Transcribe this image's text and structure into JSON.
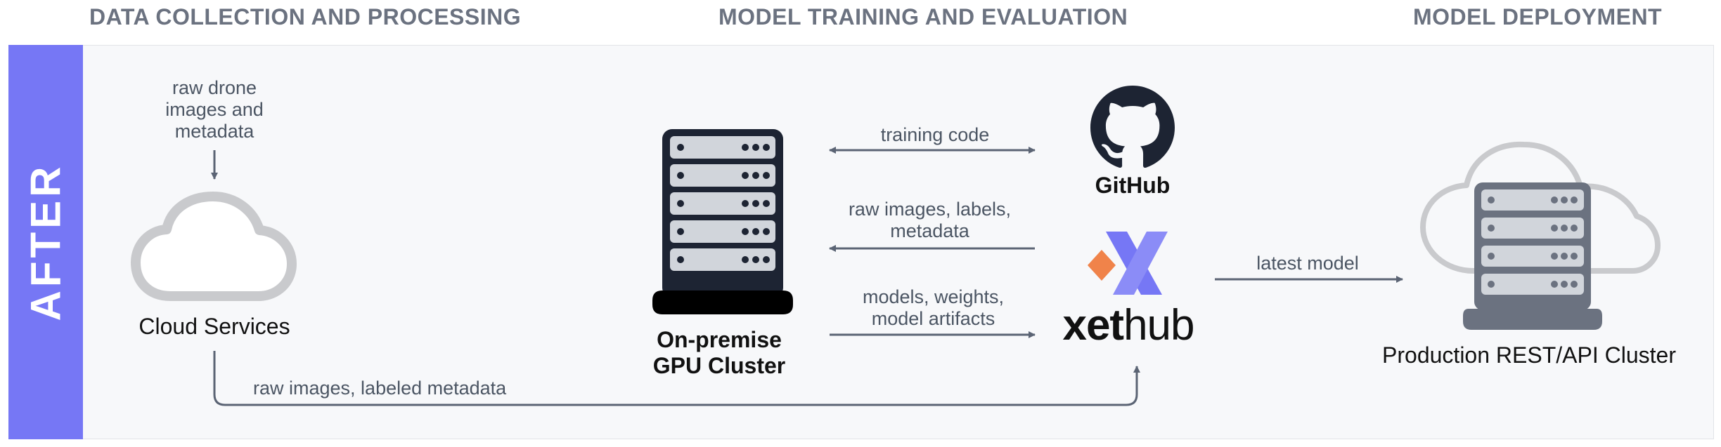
{
  "sections": {
    "data_collection": "DATA COLLECTION AND PROCESSING",
    "model_training": "MODEL TRAINING AND EVALUATION",
    "model_deployment": "MODEL DEPLOYMENT"
  },
  "side_label": "AFTER",
  "nodes": {
    "cloud": "Cloud Services",
    "gpu_line1": "On-premise",
    "gpu_line2": "GPU Cluster",
    "github": "GitHub",
    "xethub_xet": "xet",
    "xethub_hub": "hub",
    "production": "Production REST/API Cluster"
  },
  "edges": {
    "raw_drone_1": "raw drone",
    "raw_drone_2": "images and",
    "raw_drone_3": "metadata",
    "training_code": "training code",
    "raw_images_1": "raw images, labels,",
    "raw_images_2": "metadata",
    "models_1": "models, weights,",
    "models_2": "model artifacts",
    "latest_model": "latest model",
    "raw_labeled": "raw images, labeled metadata"
  },
  "colors": {
    "accent": "#7677f5",
    "arrow": "#5b6474",
    "server_dark": "#1d2433",
    "server_gray": "#6b7280",
    "xethub_orange": "#f0834a",
    "xethub_purple": "#7677f5"
  }
}
